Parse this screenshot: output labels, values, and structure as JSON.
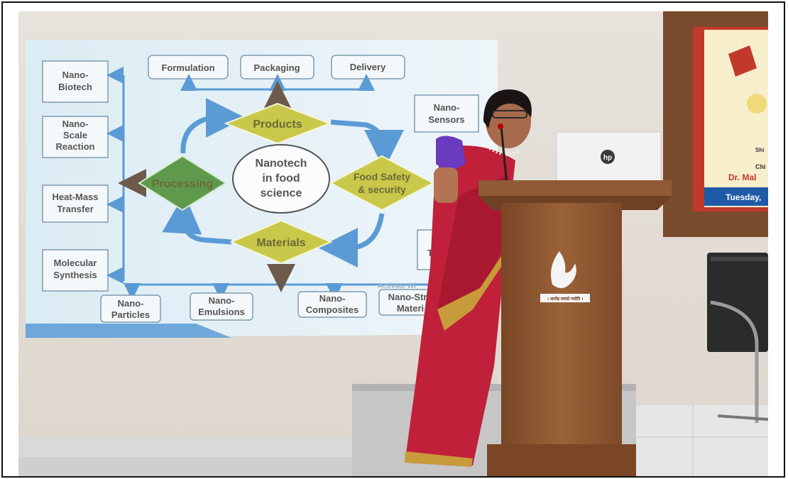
{
  "slide": {
    "center": [
      "Nanotech",
      "in food",
      "science"
    ],
    "top_boxes": [
      "Formulation",
      "Packaging",
      "Delivery"
    ],
    "left_boxes": [
      [
        "Nano-",
        "Biotech"
      ],
      [
        "Nano-",
        "Scale",
        "Reaction"
      ],
      [
        "Heat-Mass",
        "Transfer"
      ],
      [
        "Molecular",
        "Synthesis"
      ]
    ],
    "bottom_boxes": [
      [
        "Nano-",
        "Particles"
      ],
      [
        "Nano-",
        "Emulsions"
      ],
      [
        "Nano-",
        "Composites"
      ],
      [
        "Nano-Stru",
        "Materi"
      ]
    ],
    "right_boxes": [
      [
        "Nano-",
        "Sensors"
      ],
      [
        "T"
      ]
    ],
    "diamonds": {
      "products": "Products",
      "processing": "Processing",
      "food_safety": [
        "Food Safety",
        "& security"
      ],
      "materials": "Materials"
    },
    "watermark": "Activate Wi"
  },
  "banner": {
    "lines": [
      "Shi",
      "Chi",
      "Dr. Mal",
      "Tuesday,"
    ]
  },
  "podium": {
    "motto": "। आरोह तमसो ज्योति ।"
  },
  "laptop": {
    "brand": "hp"
  },
  "colors": {
    "diamond_fill": "#c9c84a",
    "arrow_blue": "#5b9bd5",
    "screen_bg": "#e4f0f6",
    "saree_red": "#c0203a",
    "wood": "#8a5530"
  }
}
